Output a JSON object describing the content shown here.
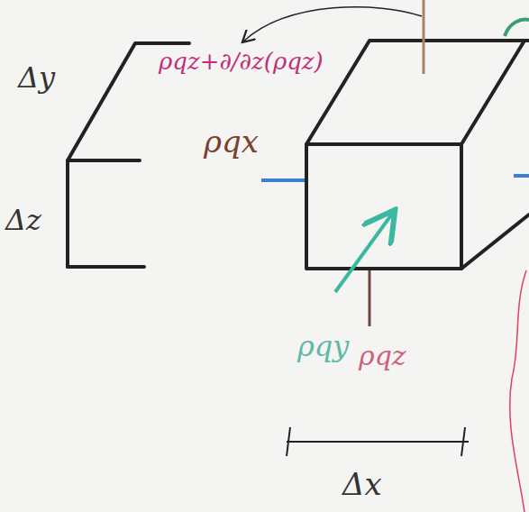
{
  "diagram": {
    "labels": [
      "Δy",
      "Δz",
      "ρqz+∂/∂z(ρqz)",
      "ρqx",
      "ρqy",
      "ρqz",
      "Δx"
    ]
  }
}
